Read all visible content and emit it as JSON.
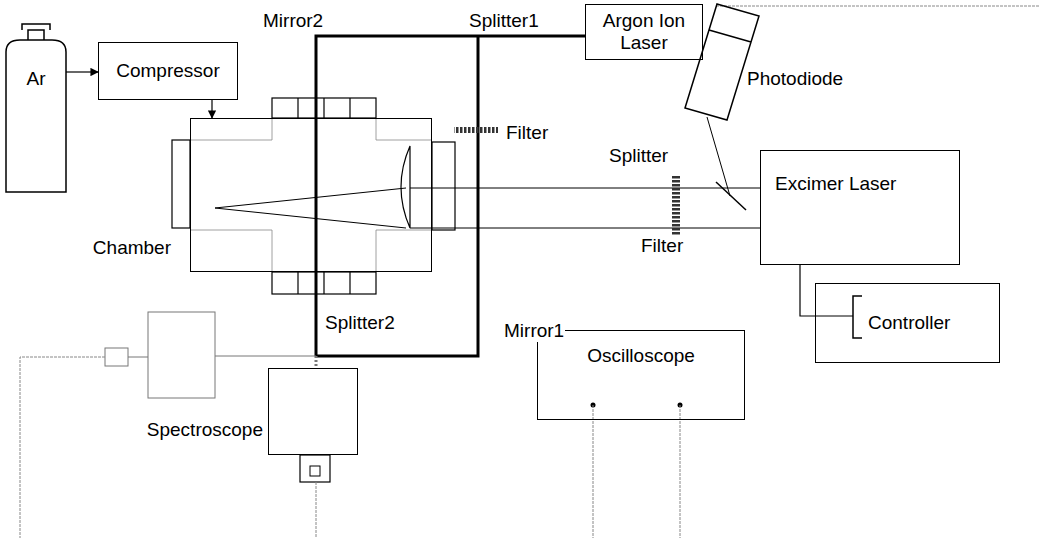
{
  "diagram": {
    "nodes": [
      {
        "text": [
          "Ar"
        ]
      },
      {
        "text": [
          "Compressor"
        ]
      },
      {
        "text": [
          "Argon Ion Laser"
        ]
      },
      {
        "text": [
          "Photodiode"
        ]
      },
      {
        "text": [
          "Chamber"
        ]
      },
      {
        "text": [
          "Excimer Laser"
        ]
      },
      {
        "text": [
          "Controller"
        ]
      },
      {
        "text": [
          "Oscilloscope"
        ]
      },
      {
        "text": [
          "Spectroscope"
        ]
      }
    ],
    "edges": [
      {
        "from": 0,
        "to": 1,
        "arrow": "to"
      },
      {
        "from": 1,
        "to": 4,
        "arrow": "to"
      },
      {
        "from": 5,
        "to": 6,
        "arrow": "none"
      }
    ],
    "labels": [
      "Mirror2",
      "Splitter1",
      "Filter",
      "Splitter",
      "Filter",
      "Mirror1",
      "Splitter2"
    ]
  }
}
